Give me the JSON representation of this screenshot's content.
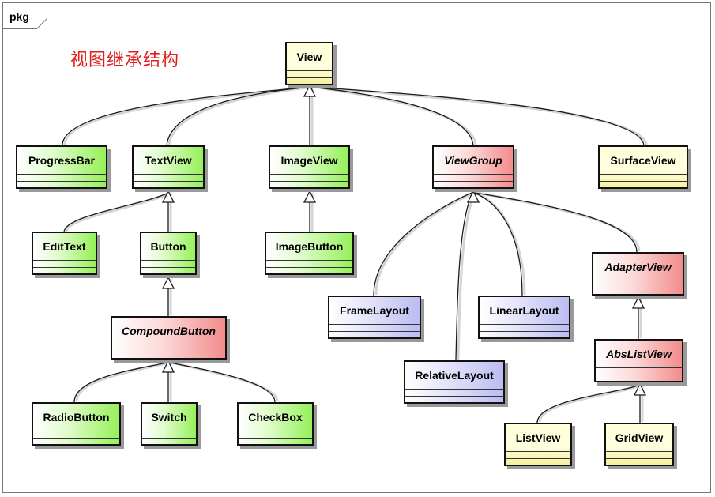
{
  "package": {
    "label": "pkg"
  },
  "title": "视图继承结构",
  "classes": {
    "view": {
      "name": "View",
      "abstract": false,
      "color": "#ffffe0"
    },
    "progressbar": {
      "name": "ProgressBar",
      "abstract": false,
      "color": "#96f05a"
    },
    "textview": {
      "name": "TextView",
      "abstract": false,
      "color": "#96f05a"
    },
    "imageview": {
      "name": "ImageView",
      "abstract": false,
      "color": "#96f05a"
    },
    "viewgroup": {
      "name": "ViewGroup",
      "abstract": true,
      "color": "#f28c8c"
    },
    "surfaceview": {
      "name": "SurfaceView",
      "abstract": false,
      "color": "#ffffe0"
    },
    "edittext": {
      "name": "EditText",
      "abstract": false,
      "color": "#96f05a"
    },
    "button": {
      "name": "Button",
      "abstract": false,
      "color": "#96f05a"
    },
    "imagebutton": {
      "name": "ImageButton",
      "abstract": false,
      "color": "#96f05a"
    },
    "adapterview": {
      "name": "AdapterView",
      "abstract": true,
      "color": "#f28c8c"
    },
    "framelayout": {
      "name": "FrameLayout",
      "abstract": false,
      "color": "#bcbcf2"
    },
    "linearlayout": {
      "name": "LinearLayout",
      "abstract": false,
      "color": "#bcbcf2"
    },
    "compoundbutton": {
      "name": "CompoundButton",
      "abstract": true,
      "color": "#f28c8c"
    },
    "abslistview": {
      "name": "AbsListView",
      "abstract": true,
      "color": "#f28c8c"
    },
    "relativelayout": {
      "name": "RelativeLayout",
      "abstract": false,
      "color": "#bcbcf2"
    },
    "radiobutton": {
      "name": "RadioButton",
      "abstract": false,
      "color": "#96f05a"
    },
    "switch": {
      "name": "Switch",
      "abstract": false,
      "color": "#96f05a"
    },
    "checkbox": {
      "name": "CheckBox",
      "abstract": false,
      "color": "#96f05a"
    },
    "listview": {
      "name": "ListView",
      "abstract": false,
      "color": "#ffffe0"
    },
    "gridview": {
      "name": "GridView",
      "abstract": false,
      "color": "#ffffe0"
    }
  },
  "inheritance": [
    [
      "progressbar",
      "view"
    ],
    [
      "textview",
      "view"
    ],
    [
      "imageview",
      "view"
    ],
    [
      "viewgroup",
      "view"
    ],
    [
      "surfaceview",
      "view"
    ],
    [
      "edittext",
      "textview"
    ],
    [
      "button",
      "textview"
    ],
    [
      "imagebutton",
      "imageview"
    ],
    [
      "framelayout",
      "viewgroup"
    ],
    [
      "relativelayout",
      "viewgroup"
    ],
    [
      "linearlayout",
      "viewgroup"
    ],
    [
      "adapterview",
      "viewgroup"
    ],
    [
      "compoundbutton",
      "button"
    ],
    [
      "radiobutton",
      "compoundbutton"
    ],
    [
      "switch",
      "compoundbutton"
    ],
    [
      "checkbox",
      "compoundbutton"
    ],
    [
      "abslistview",
      "adapterview"
    ],
    [
      "listview",
      "abslistview"
    ],
    [
      "gridview",
      "abslistview"
    ]
  ]
}
